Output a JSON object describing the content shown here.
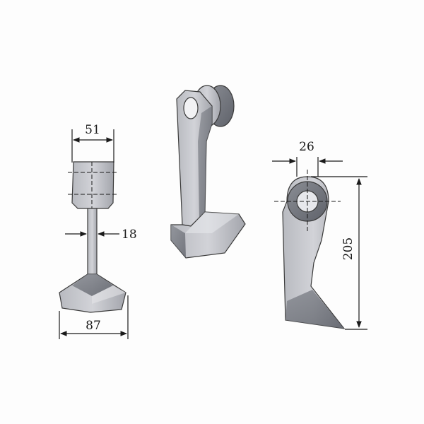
{
  "drawing": {
    "front_view": {
      "top_width_label": "51",
      "blade_thickness_label": "18",
      "bottom_width_label": "87"
    },
    "side_view": {
      "bore_label": "26",
      "length_label": "205"
    },
    "colors": {
      "metal_light": "#c9cacf",
      "metal_mid": "#9fa1a8",
      "metal_dark": "#6f727a",
      "line": "#1a1a1a"
    }
  }
}
